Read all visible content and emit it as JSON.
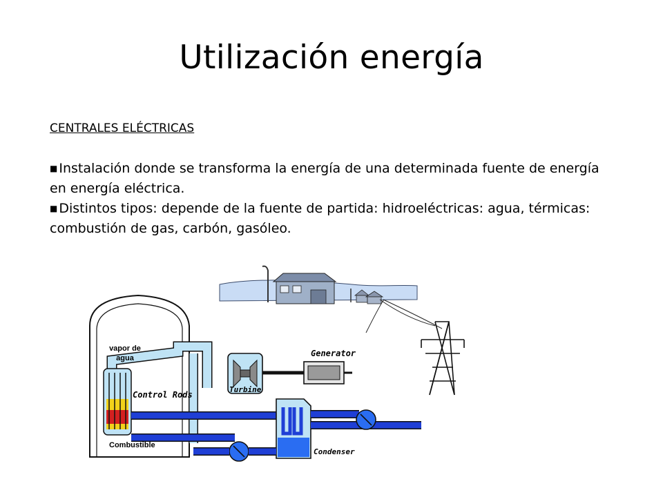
{
  "slide": {
    "title": "Utilización energía",
    "heading": "CENTRALES ELÉCTRICAS",
    "bullets": [
      "Instalación donde se transforma la energía de una determinada fuente de energía en energía eléctrica.",
      "Distintos tipos: depende de la fuente de partida: hidroeléctricas: agua, térmicas: combustión de gas, carbón, gasóleo."
    ],
    "bullet_marker": "■"
  },
  "diagram": {
    "labels": {
      "vapor": "vapor de agua",
      "vapor_line1": "vapor de",
      "vapor_line2": "agua",
      "control_rods": "Control Rods",
      "combustible": "Combustible",
      "generator": "Generator",
      "turbine": "Turbine",
      "condenser": "Condenser"
    },
    "colors": {
      "pipe_blue": "#1f3fd6",
      "steam_blue": "#bfe3f5",
      "water_blue": "#2a6df2",
      "fuel_red": "#d42020",
      "fuel_yellow": "#f2d21a",
      "sky": "#c9dcf5"
    }
  }
}
